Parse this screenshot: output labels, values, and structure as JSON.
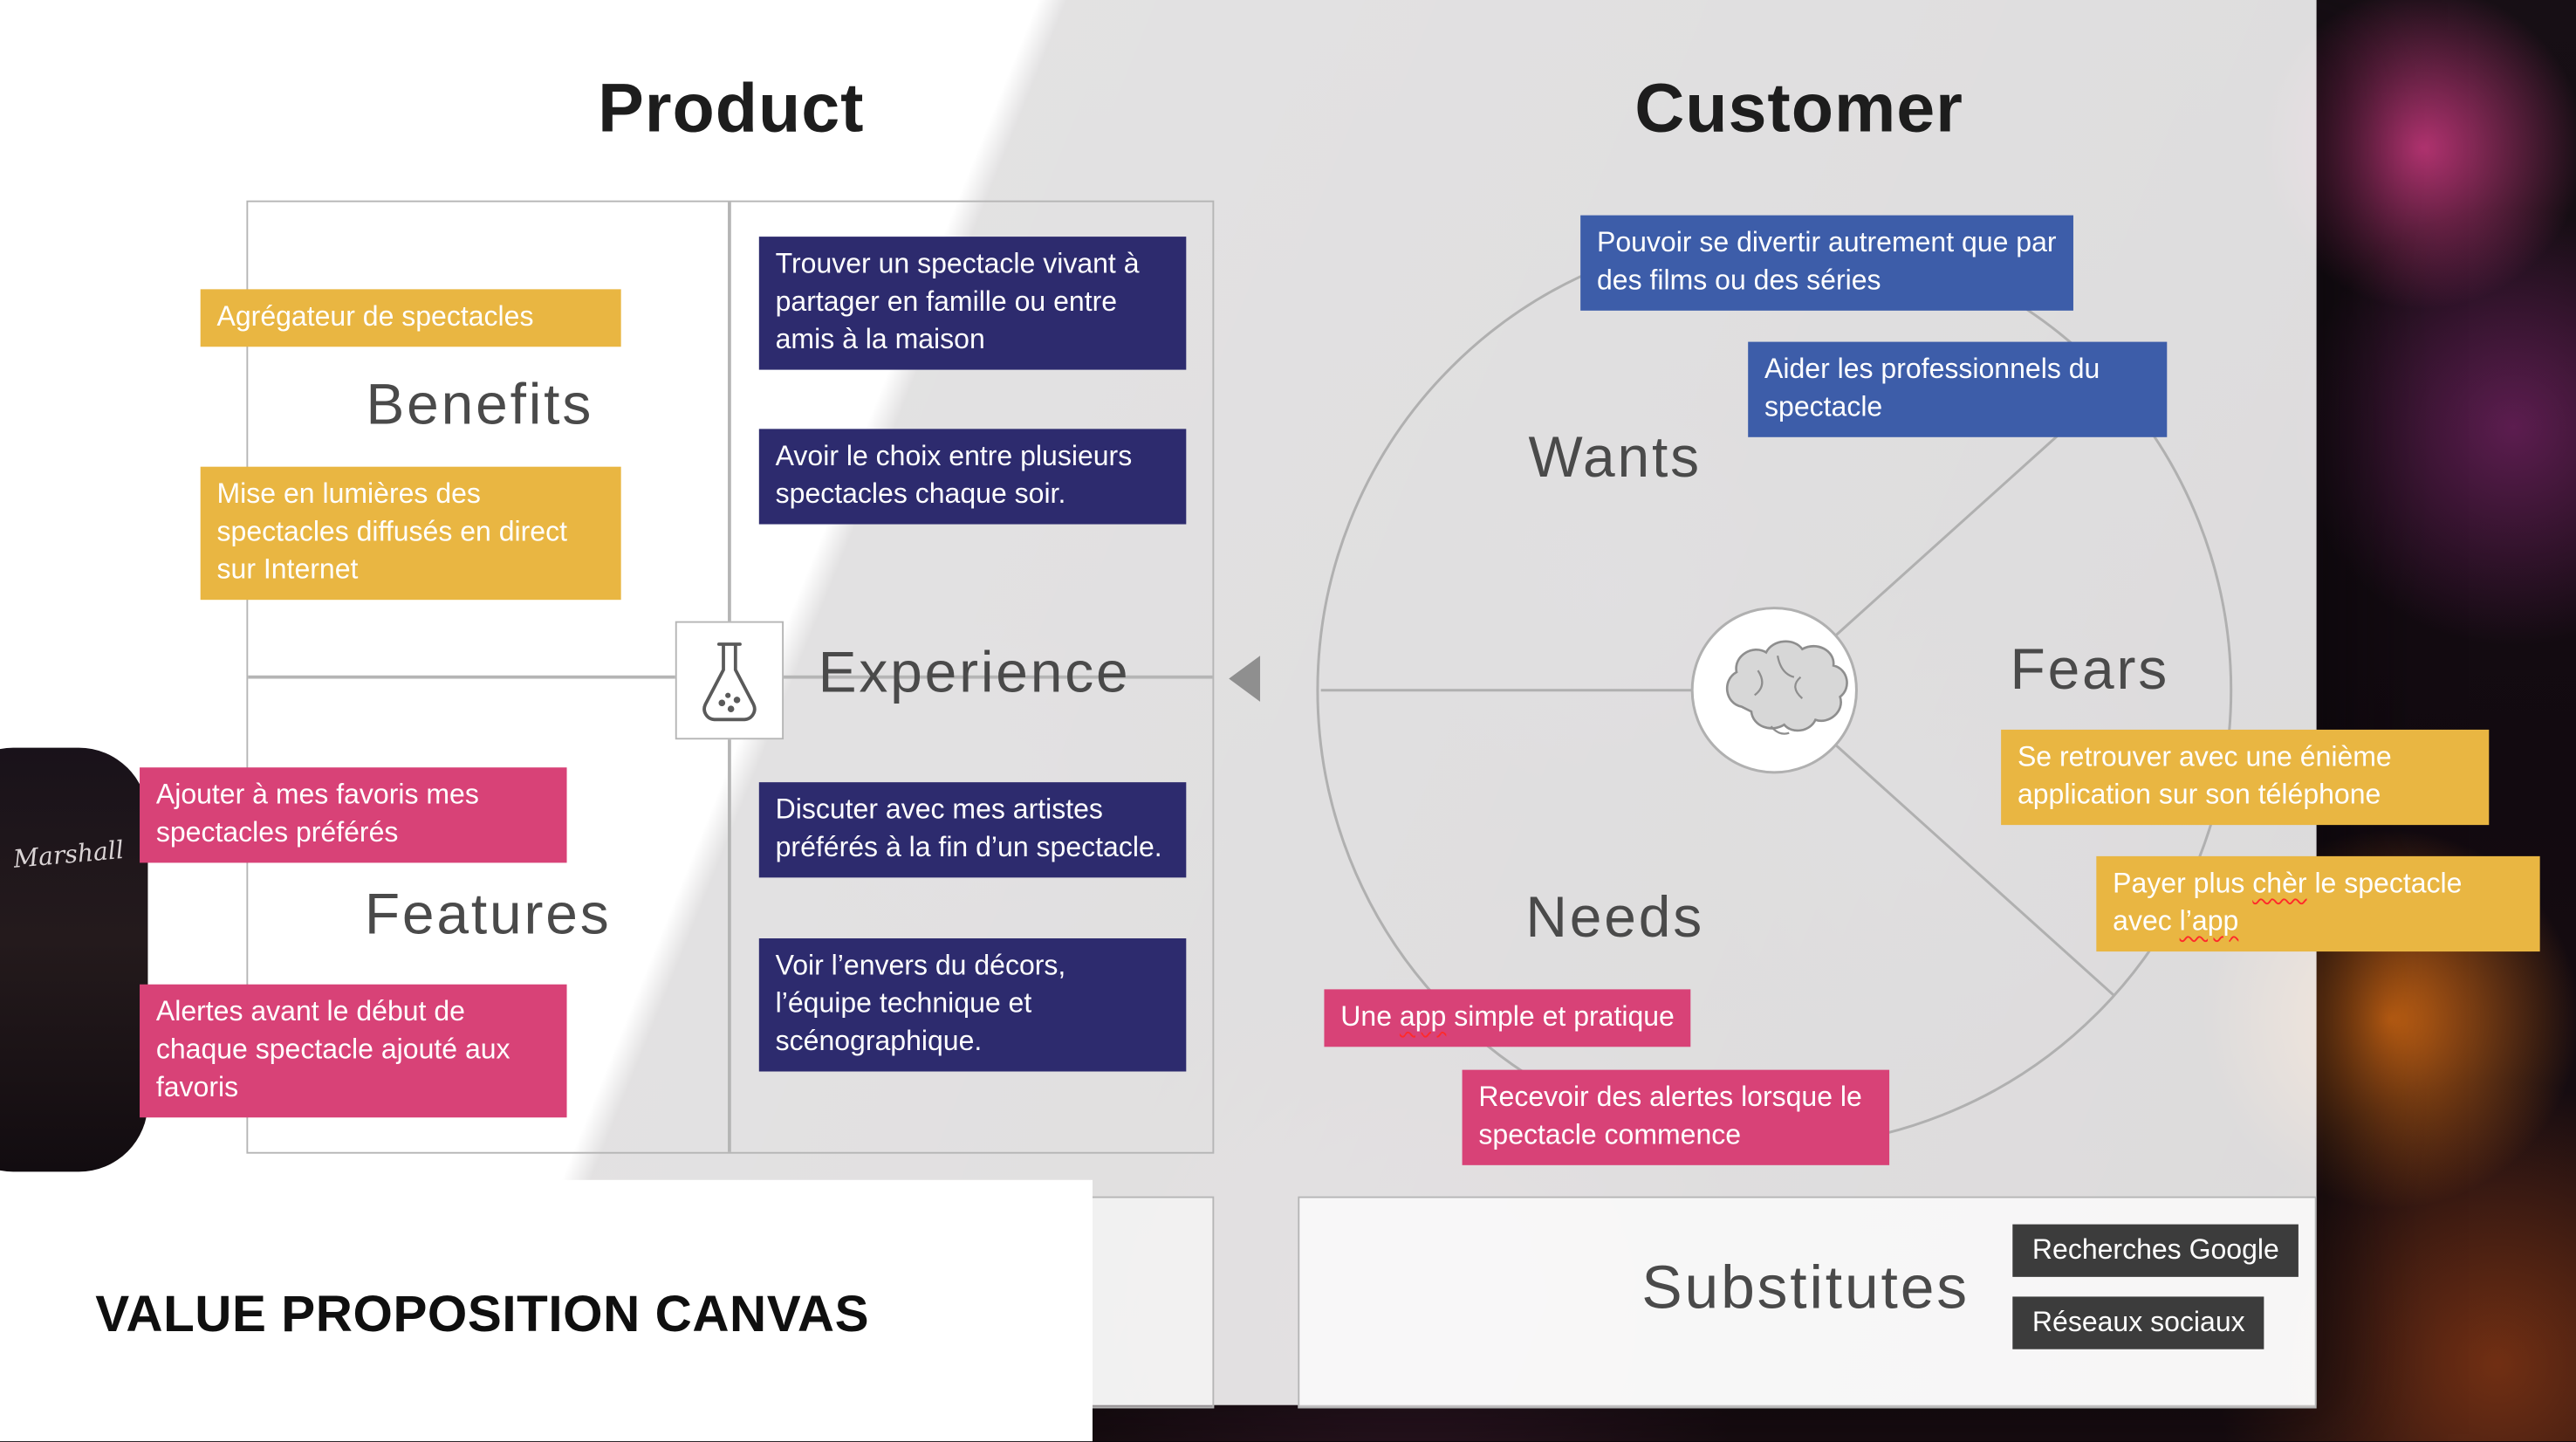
{
  "titles": {
    "product": "Product",
    "customer": "Customer",
    "footer": "VALUE PROPOSITION CANVAS"
  },
  "product_sections": {
    "benefits": "Benefits",
    "features": "Features",
    "experience": "Experience"
  },
  "customer_sections": {
    "wants": "Wants",
    "fears": "Fears",
    "needs": "Needs",
    "substitutes": "Substitutes"
  },
  "photo": {
    "amp_logo": "Marshall"
  },
  "icons": {
    "experience": "flask-icon",
    "customer_center": "brain-icon",
    "connector": "arrow-left-icon"
  },
  "colors": {
    "yellow_note": "#E9B642",
    "navy_note": "#2D2B6E",
    "pink_note": "#D84277",
    "blue_note": "#3D5DA9",
    "gray_chip": "#3C3C3C"
  },
  "notes": {
    "aggregator": "Agrégateur de spectacles",
    "highlight": "Mise en lumières des spectacles diffusés en direct sur Internet",
    "find_show": "Trouver un spectacle vivant à partager en famille ou entre amis à la maison",
    "choice": "Avoir le choix entre plusieurs spectacles chaque soir.",
    "favorites": "Ajouter à mes favoris mes spectacles préférés",
    "alerts_favorites": "Alertes avant le début de chaque spectacle ajouté aux favoris",
    "discuss": "Discuter avec mes artistes préférés à la fin d’un spectacle.",
    "backstage": "Voir l’envers du décors, l’équipe technique et scénographique.",
    "entertain": "Pouvoir se divertir autrement que par des films ou des séries",
    "help_pros": "Aider les professionnels du spectacle",
    "another_app": "Se retrouver avec une énième application sur son téléphone",
    "pay_more": {
      "p1": "Payer plus ",
      "sic1": "chèr",
      "p2": " le spectacle avec ",
      "sic2": "l’app"
    },
    "simple_app": {
      "p1": "Une ",
      "sic1": "app",
      "p2": " simple et pratique"
    },
    "receive_alerts": "Recevoir des alertes lorsque le spectacle commence",
    "google": "Recherches Google",
    "social": "Réseaux sociaux"
  }
}
